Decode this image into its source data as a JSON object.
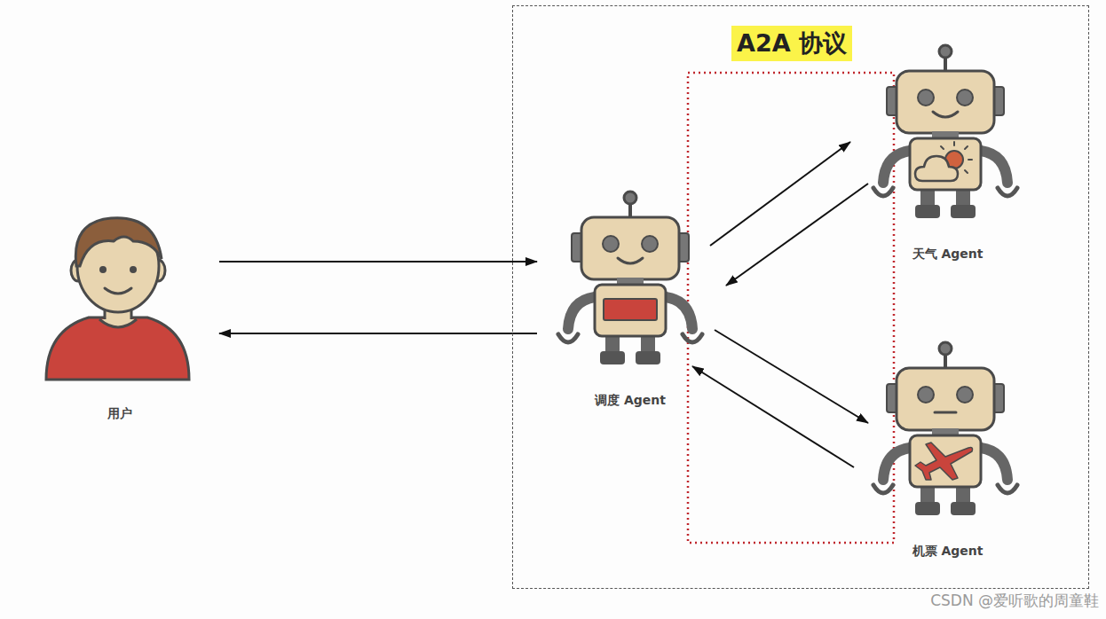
{
  "diagram": {
    "nodes": [
      {
        "text": [
          "用户"
        ]
      },
      {
        "text": [
          "A2A 协议"
        ]
      },
      {
        "text": [
          "调度 Agent"
        ],
        "in": 1
      },
      {
        "text": [
          "天气 Agent"
        ],
        "in": 1
      },
      {
        "text": [
          "机票 Agent"
        ],
        "in": 1
      }
    ],
    "edges": [
      {
        "from": 0,
        "to": 2,
        "arrow": "to"
      },
      {
        "from": 2,
        "to": 0,
        "arrow": "to"
      },
      {
        "from": 2,
        "to": 3,
        "arrow": "to"
      },
      {
        "from": 3,
        "to": 2,
        "arrow": "to"
      },
      {
        "from": 2,
        "to": 4,
        "arrow": "to"
      },
      {
        "from": 4,
        "to": 2,
        "arrow": "to"
      }
    ],
    "labels": [
      "CSDN @爱听歌的周童鞋"
    ]
  }
}
